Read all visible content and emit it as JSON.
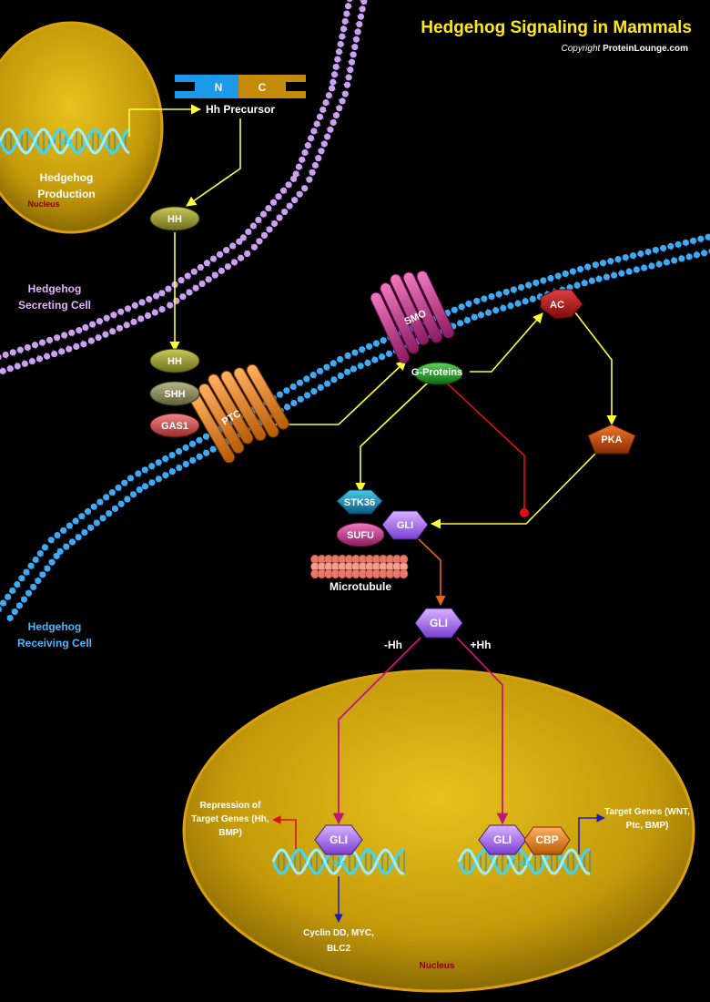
{
  "header": {
    "title": "Hedgehog Signaling in Mammals",
    "copyright_prefix": "Copyright",
    "copyright_brand": "ProteinLounge.com"
  },
  "cells": {
    "secreting": "Hedgehog Secreting Cell",
    "receiving": "Hedgehog Receiving Cell"
  },
  "top_nucleus": {
    "label": "Nucleus",
    "production": "Hedgehog Production",
    "dna": "DNA"
  },
  "precursor": {
    "n": "N",
    "c": "C",
    "label": "Hh Precursor"
  },
  "molecules": {
    "hh_free": "HH",
    "hh_bound": "HH",
    "shh": "SHH",
    "gas1": "GAS1",
    "ptc": "PTC",
    "smo": "SMO",
    "g_proteins": "G-Proteins",
    "ac": "AC",
    "pka": "PKA",
    "stk36": "STK36",
    "sufu": "SUFU",
    "gli_complex": "GLI",
    "microtubule": "Microtubule",
    "gli_mid": "GLI",
    "gli_repress": "GLI",
    "gli_activate": "GLI",
    "cbp": "CBP"
  },
  "branches": {
    "minus": "-Hh",
    "plus": "+Hh"
  },
  "outputs": {
    "repression": "Repression of Target Genes (Hh, BMP)",
    "cyclin": "Cyclin DD, MYC, BLC2",
    "targets": "Target Genes (WNT, Ptc, BMP)"
  },
  "bottom_nucleus": {
    "label": "Nucleus",
    "dna_left": "DNA",
    "dna_right": "DNA"
  },
  "colors": {
    "title": "#ffe81a",
    "nucleus_fill": "#c49a0a",
    "secreting_membrane": "#c9a0f2",
    "receiving_membrane": "#3fa9f5",
    "activation_arrow": "#ffff33",
    "inhibition_arrow": "#e01010",
    "gli_arrow": "#c0167a",
    "output_arrow": "#1a1aa0",
    "gli_fill": "#8a5ae6",
    "cbp_fill": "#e07a1a"
  }
}
